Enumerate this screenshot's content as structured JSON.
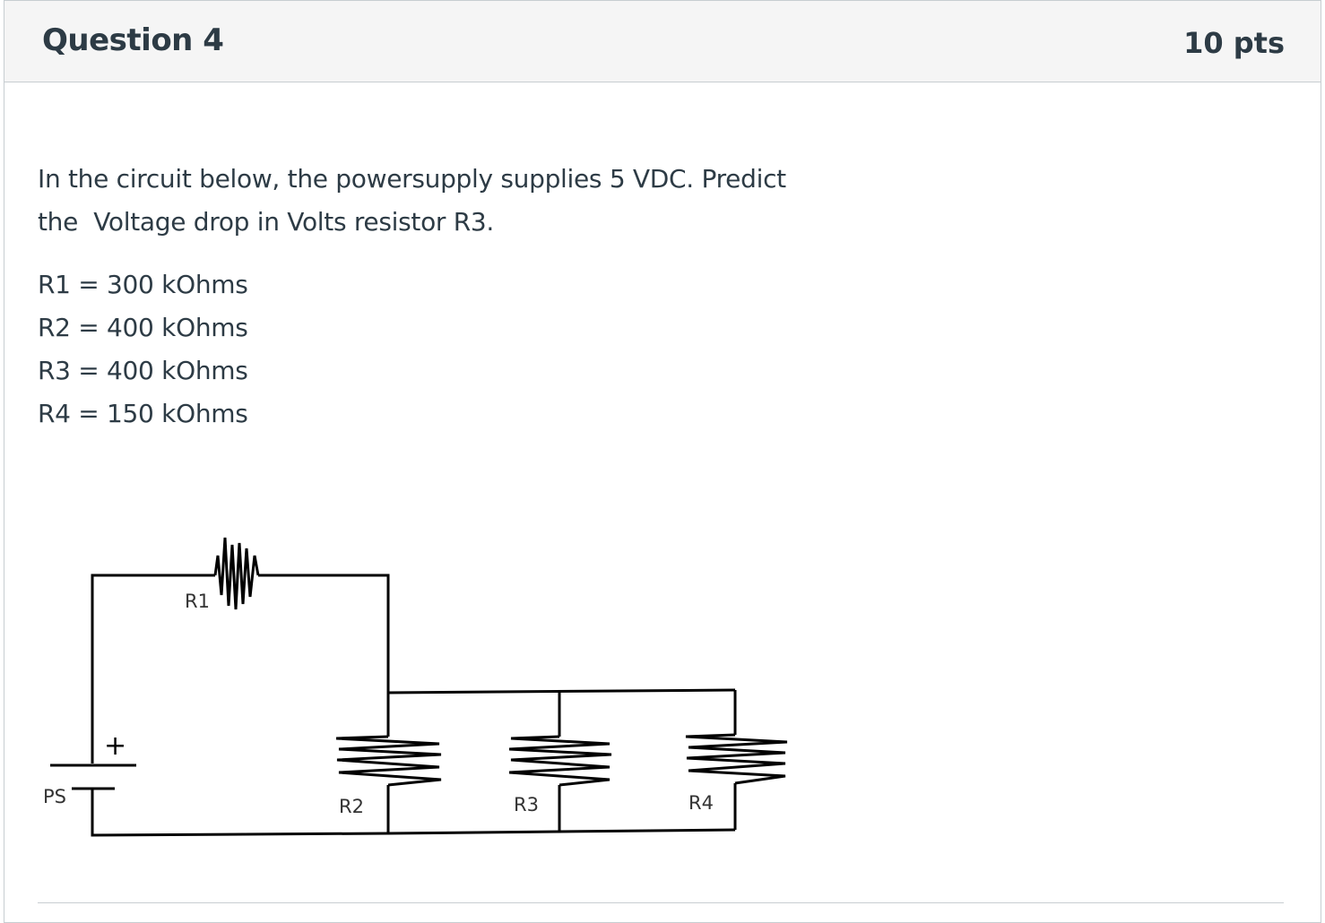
{
  "question": {
    "title": "Question 4",
    "points": "10 pts",
    "prompt_line1": "In the circuit below, the powersupply supplies 5 VDC. Predict",
    "prompt_line2": "the  Voltage drop in Volts resistor R3.",
    "resistors": [
      "R1 = 300 kOhms",
      "R2 = 400 kOhms",
      "R3 = 400 kOhms",
      "R4 = 150 kOhms"
    ]
  },
  "circuit": {
    "labels": {
      "r1": "R1",
      "r2": "R2",
      "r3": "R3",
      "r4": "R4",
      "ps": "PS",
      "plus": "+"
    }
  }
}
